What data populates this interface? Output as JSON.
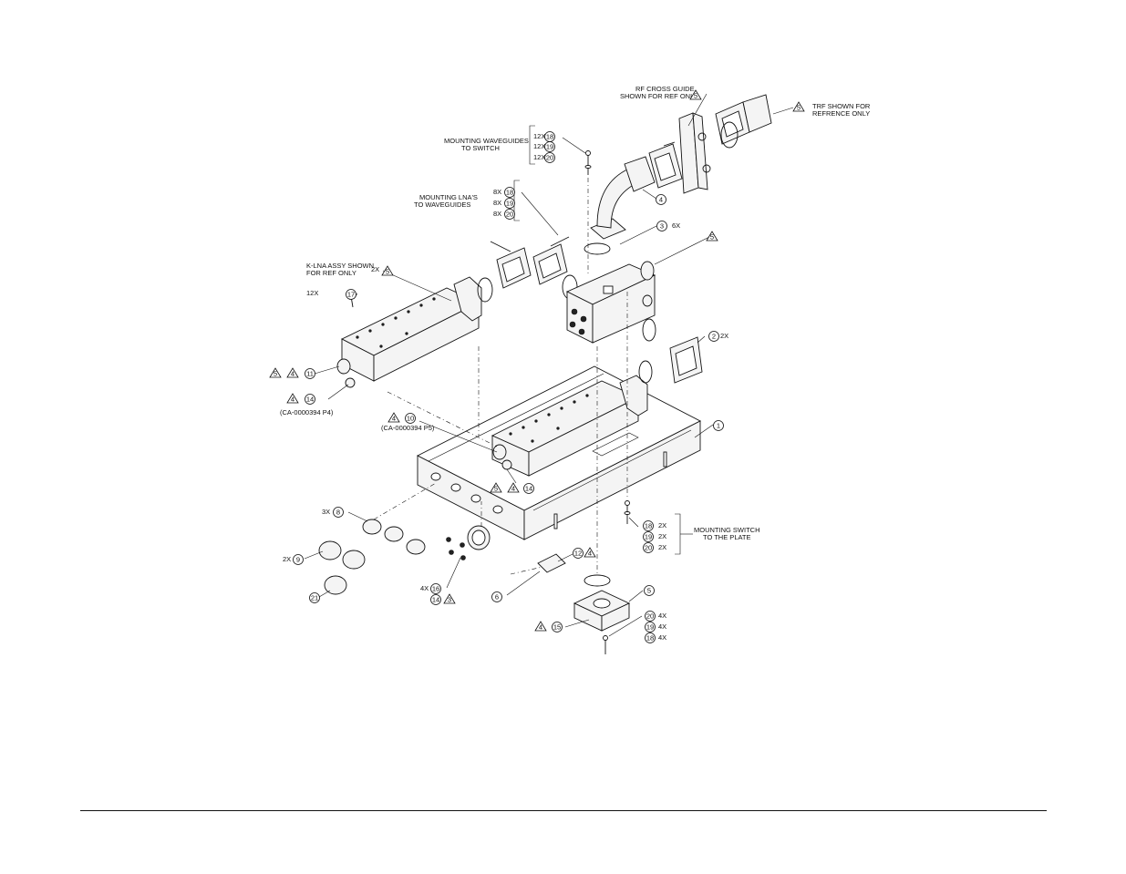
{
  "notes": {
    "rf_cross_guide": [
      "RF CROSS GUIDE",
      "SHOWN FOR REF ONLY"
    ],
    "trf": [
      "TRF SHOWN FOR",
      "REFRENCE ONLY"
    ],
    "mounting_waveguides": [
      "MOUNTING WAVEGUIDES",
      "TO SWITCH"
    ],
    "mounting_lnas": [
      "MOUNTING LNA'S",
      "TO WAVEGUIDES"
    ],
    "klna": [
      "K-LNA ASSY SHOWN",
      "FOR REF ONLY"
    ],
    "mounting_switch": [
      "MOUNTING SWITCH",
      "TO THE PLATE"
    ],
    "ref_p4": "(CA-0000394 P4)",
    "ref_p5": "(CA-0000394 P5)"
  },
  "balloons": {
    "b1": "1",
    "b2": "2",
    "b3": "3",
    "b4": "4",
    "b5": "5",
    "b6": "6",
    "b8": "8",
    "b9": "9",
    "b10": "10",
    "b11": "11",
    "b12": "12",
    "b14": "14",
    "b15": "15",
    "b16": "16",
    "b17": "17",
    "b18": "18",
    "b19": "19",
    "b20": "20",
    "b21": "21"
  },
  "flags": {
    "f4": "4",
    "f5": "5",
    "f3": "3"
  },
  "qty": {
    "x2": "2X",
    "x3": "3X",
    "x4": "4X",
    "x6": "6X",
    "x8": "8X",
    "x12": "12X"
  }
}
